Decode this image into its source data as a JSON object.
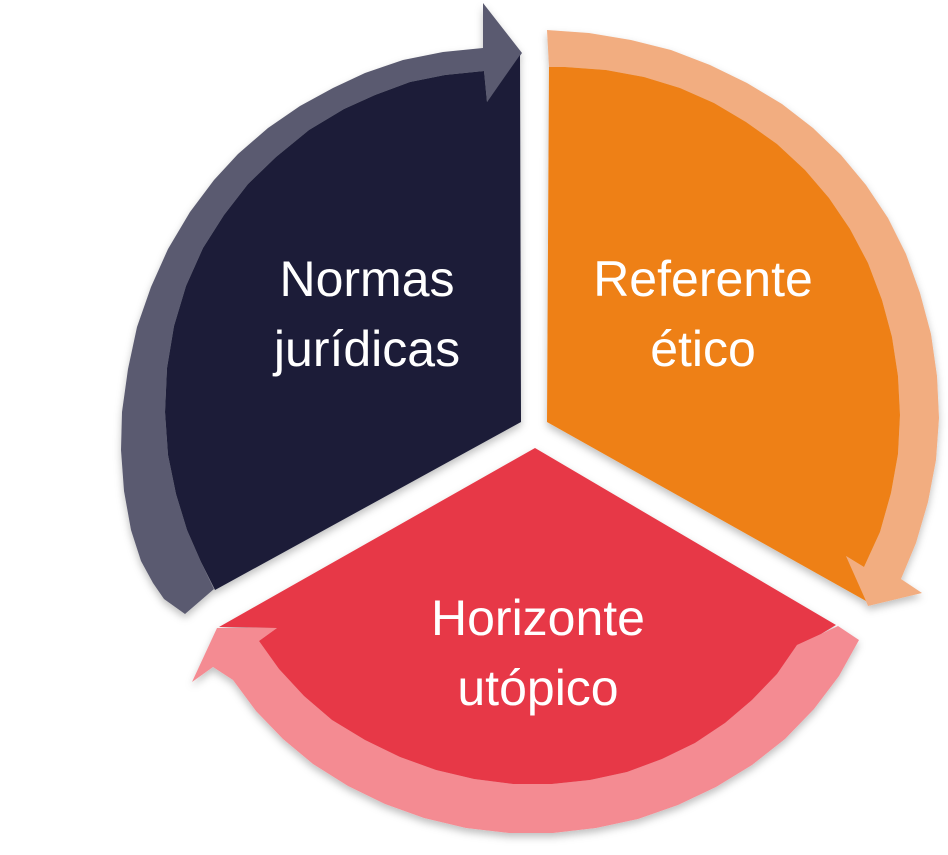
{
  "segments": [
    {
      "id": "normas-juridicas",
      "lines": [
        "Normas",
        "jurídicas"
      ],
      "color": "#1b1d37",
      "arrow_color": "#5a5a70"
    },
    {
      "id": "referente-etico",
      "lines": [
        "Referente",
        "ético"
      ],
      "color": "#ee8019",
      "arrow_color": "#f2ad80"
    },
    {
      "id": "horizonte-utopico",
      "lines": [
        "Horizonte",
        "utópico"
      ],
      "color": "#e73947",
      "arrow_color": "#f48b92"
    }
  ]
}
